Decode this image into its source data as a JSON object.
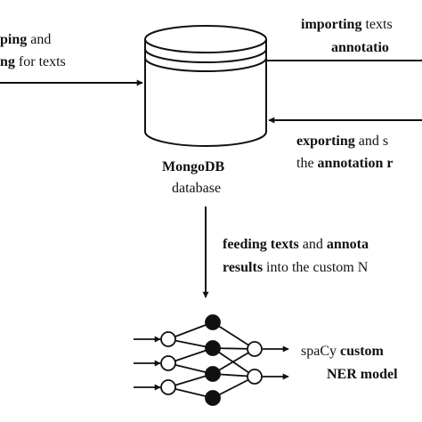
{
  "labels": {
    "left_top_a": "ping",
    "left_top_b": " and",
    "left_bot_a": "ng",
    "left_bot_b": " for texts",
    "import_a": "importing",
    "import_b": " texts",
    "import_c": "annotatio",
    "export_a": "exporting",
    "export_b": " and s",
    "export_c": "the ",
    "export_d": "annotation r",
    "db_name": "MongoDB",
    "db_type": "database",
    "feed_a": "feeding texts",
    "feed_b": " and ",
    "feed_c": "annota",
    "feed_d": "results",
    "feed_e": " into the custom N",
    "model_a": "spaCy ",
    "model_b": "custom",
    "model_c": "NER model"
  },
  "colors": {
    "stroke": "#111111",
    "node_filled": "#111111",
    "node_empty": "#ffffff",
    "background": "#ffffff"
  }
}
